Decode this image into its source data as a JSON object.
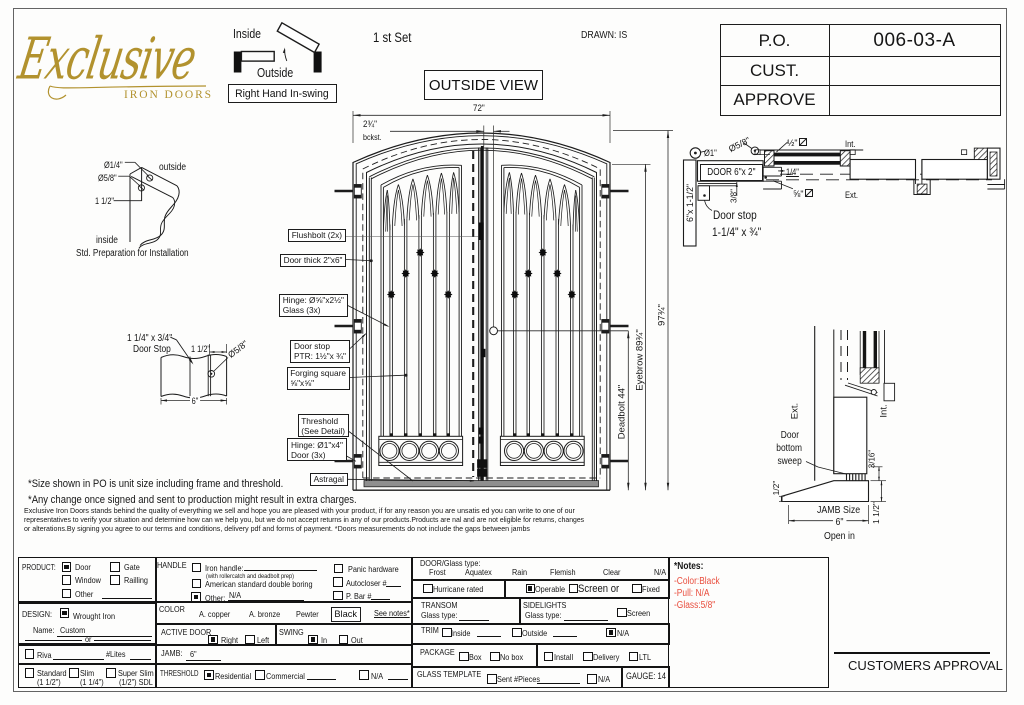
{
  "page": {
    "logo_script": "Exclusive",
    "logo_sub": "IRON DOORS",
    "set_label": "1 st Set",
    "drawn_label": "DRAWN: IS",
    "view_label": "OUTSIDE VIEW",
    "swing": {
      "inside": "Inside",
      "outside": "Outside",
      "caption": "Right Hand In-swing"
    },
    "po_table": {
      "rows": [
        {
          "label": "P.O.",
          "value": "006-03-A"
        },
        {
          "label": "CUST.",
          "value": ""
        },
        {
          "label": "APPROVE",
          "value": ""
        }
      ]
    },
    "approval_label": "CUSTOMERS APPROVAL"
  },
  "install_detail": {
    "dia_small": "Ø1/4\"",
    "dia_big": "Ø5/8\"",
    "offset": "1 1/2\"",
    "outside": "outside",
    "inside": "inside",
    "caption": "Std. Preparation for Installation"
  },
  "stop_detail": {
    "size": "1 1/4\" x 3/4\"",
    "name": "Door Stop",
    "dim": "1 1/2\"",
    "dia": "Ø5/8\"",
    "width": "6\""
  },
  "elevation": {
    "dims": {
      "width": "72\"",
      "backset": "2¾\"",
      "backset_sub": "bckst.",
      "eyebrow": "Eyebrow 89¾\"",
      "total": "97¾\"",
      "deadbolt": "Deadbolt 44\""
    },
    "callouts": [
      {
        "l1": "Flushbolt (2x)"
      },
      {
        "l1": "Door thick 2\"x6\""
      },
      {
        "l1": "Hinge: Ø⅝\"x2½\"",
        "l2": "Glass (3x)"
      },
      {
        "l1": "Door stop",
        "l2": "PTR: 1½\"x ¾\""
      },
      {
        "l1": "Forging square",
        "l2": "⅝\"x⅝\""
      },
      {
        "l1": "Threshold",
        "l2": "(See Detail)"
      },
      {
        "l1": "Hinge: Ø1\"x4\"",
        "l2": "Door (3x)"
      },
      {
        "l1": "Astragal"
      }
    ]
  },
  "jamb_section": {
    "dia1": "Ø1\"",
    "dia58": "Ø5/8\"",
    "door": "DOOR 6\"x 2\"",
    "jamb": "6\"x 1-1/2\"",
    "d38": "3/8\"",
    "d14": "1/4\"",
    "g12": "½\"",
    "g58": "⅝\"",
    "int": "Int.",
    "ext": "Ext.",
    "stop1": "Door stop",
    "stop2": "1-1/4\" x ¾\""
  },
  "threshold_section": {
    "ext": "Ext.",
    "int": "Int.",
    "sweep1": "Door",
    "sweep2": "bottom",
    "sweep3": "sweep",
    "d12": "1/2\"",
    "d316": "3/16\"",
    "d112": "1 1/2\"",
    "jamb1": "JAMB Size",
    "jamb2": "6\"",
    "jamb3": "Open in"
  },
  "disclaimers": {
    "line1": "*Size shown in PO is unit size including frame and threshold.",
    "line2": "*Any change once signed and sent to production might result in extra charges.",
    "fine1": "Exclusive Iron Doors stands behind the quality of everything we sell and hope you are pleased with your product, if for any reason you are unsatis   ed you can write to one of our",
    "fine2": "representatives to verify your situation and determine how can we help you, but we do not accept returns in any of our products.Products are    nal and are not eligible for returns, changes",
    "fine3": "or alterations.By signing you agree to our terms and conditions, delivery pdf and forms of payment. *Doors measurements do not include the gaps between jambs"
  },
  "form": {
    "product": {
      "label": "PRODUCT:",
      "door": "Door",
      "gate": "Gate",
      "window": "Window",
      "railling": "Railling",
      "other": "Other",
      "checked": {
        "door": true,
        "gate": false,
        "window": false,
        "railling": false,
        "other": false
      }
    },
    "design": {
      "label": "DESIGN:",
      "wrought": "Wrought Iron",
      "wrought_checked": true,
      "name_label": "Name:",
      "name_value": "Custom",
      "or": "or"
    },
    "riva": {
      "label": "Riva",
      "lites": "#Lites"
    },
    "sdl": {
      "standard": "Standard",
      "standard_sub": "(1 1/2\")",
      "slim": "Slim",
      "slim_sub": "(1 1/4\")",
      "super": "Super Slim",
      "super_sub": "(1/2\") SDL"
    },
    "handle": {
      "label": "HANDLE",
      "iron": "Iron handle:",
      "iron_sub": "(with rollercatch and deadbolt prep)",
      "american": "American standard double boring",
      "other": "Other:",
      "other_value": "N/A",
      "other_checked": true,
      "panic": "Panic hardware",
      "autocloser": "Autocloser #",
      "pbar": "P. Bar #"
    },
    "color": {
      "label": "COLOR",
      "copper": "A. copper",
      "bronze": "A. bronze",
      "pewter": "Pewter",
      "black": "Black",
      "see_notes": "See notes*"
    },
    "active_door": {
      "label": "ACTIVE DOOR",
      "right": "Right",
      "left": "Left",
      "right_checked": true
    },
    "swing": {
      "label": "SWING",
      "in": "In",
      "out": "Out",
      "in_checked": true
    },
    "jamb": {
      "label": "JAMB:",
      "value": "6\""
    },
    "threshold": {
      "label": "THRESHOLD",
      "residential": "Residential",
      "commercial": "Commercial",
      "na": "N/A",
      "residential_checked": true
    },
    "glass_type": {
      "label": "DOOR/Glass type:",
      "opt1": "Frost",
      "opt2": "Aquatex",
      "opt3": "Rain",
      "opt4": "Flemish",
      "opt5": "Clear",
      "opt6": "N/A"
    },
    "hurricane": {
      "label": "Hurricane rated"
    },
    "operable": {
      "operable": "Operable",
      "operable_checked": true,
      "screen_or": "Screen or",
      "fixed": "Fixed"
    },
    "transom": {
      "label": "TRANSOM",
      "glass": "Glass type:"
    },
    "sidelights": {
      "label": "SIDELIGHTS",
      "glass": "Glass type:",
      "screen": "Screen"
    },
    "trim": {
      "label": "TRIM",
      "inside": "Inside",
      "outside": "Outside",
      "na": "N/A",
      "na_checked": true
    },
    "package": {
      "label": "PACKAGE",
      "box": "Box",
      "nobox": "No box",
      "install": "Install",
      "delivery": "Delivery",
      "ltl": "LTL"
    },
    "template": {
      "label": "GLASS TEMPLATE",
      "sent": "Sent #Pieces",
      "na": "N/A"
    },
    "gauge": "GAUGE: 14"
  },
  "notes": {
    "title": "*Notes:",
    "item1": "-Color:Black",
    "item2": "-Pull: N/A",
    "item3": "-Glass:5/8\"",
    "accent_color": "#e94f3f"
  }
}
